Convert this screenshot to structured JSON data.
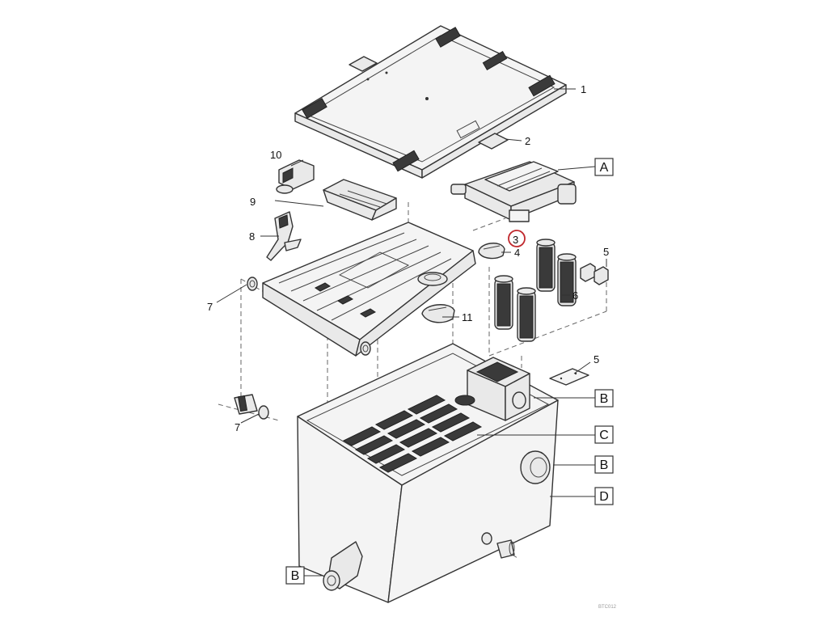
{
  "callouts": {
    "n1": "1",
    "n2": "2",
    "n3": "3",
    "n4": "4",
    "n5a": "5",
    "n5b": "5",
    "n6": "6",
    "n7a": "7",
    "n7b": "7",
    "n8": "8",
    "n9": "9",
    "n10": "10",
    "n11": "11"
  },
  "boxes": {
    "A": "A",
    "B1": "B",
    "C": "C",
    "B2": "B",
    "D": "D",
    "B3": "B"
  },
  "highlight": {
    "color": "#c0282d",
    "target": "3"
  },
  "drawing_code": "BTC012"
}
